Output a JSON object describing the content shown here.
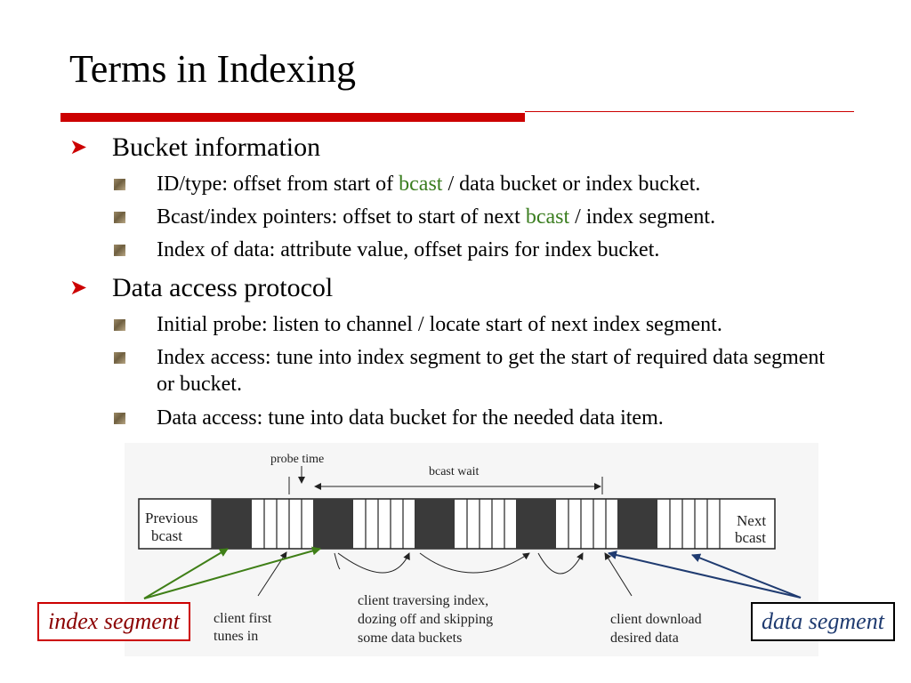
{
  "slide": {
    "title": "Terms in Indexing",
    "sections": [
      {
        "heading": "Bucket information",
        "bullets": [
          {
            "pre": "ID/type: offset from start of ",
            "hl": "bcast",
            "post": " / data bucket or index bucket."
          },
          {
            "pre": "Bcast/index pointers: offset to start of next ",
            "hl": "bcast",
            "post": " / index segment."
          },
          {
            "text": "Index of data: attribute value, offset pairs for index bucket."
          }
        ]
      },
      {
        "heading": "Data access protocol",
        "bullets": [
          {
            "text": "Initial probe: listen to channel / locate start of next index segment."
          },
          {
            "text": "Index access: tune into index segment to get the start of required data segment or bucket."
          },
          {
            "text": "Data access: tune into data bucket for the needed data item."
          }
        ]
      }
    ]
  },
  "diagram": {
    "probe_time": "probe time",
    "bcast_wait": "bcast wait",
    "previous_l1": "Previous",
    "previous_l2": "bcast",
    "next_l1": "Next",
    "next_l2": "bcast",
    "client_first_l1": "client first",
    "client_first_l2": "tunes in",
    "traversing_l1": "client traversing index,",
    "traversing_l2": "dozing off and skipping",
    "traversing_l3": "some data buckets",
    "download_l1": "client download",
    "download_l2": "desired data"
  },
  "callouts": {
    "index_segment": "index segment",
    "data_segment": "data segment"
  },
  "colors": {
    "accent_red": "#cc0000",
    "highlight_green": "#3a7d1f",
    "arrow_green": "#3f7f17",
    "arrow_blue": "#1f3b70"
  }
}
